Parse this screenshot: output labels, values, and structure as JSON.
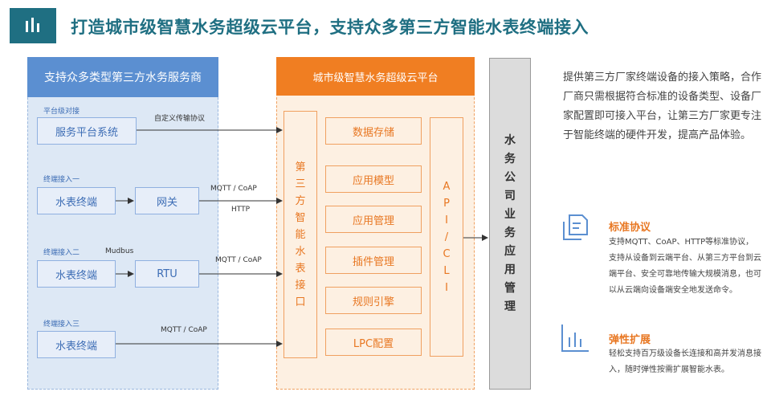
{
  "header": {
    "title": "打造城市级智慧水务超级云平台，支持众多第三方智能水表终端接入",
    "logo_icon": "bar-chart-icon"
  },
  "left": {
    "heading": "支持众多类型第三方水务服务商",
    "platform": {
      "label": "平台级对接",
      "box": "服务平台系统",
      "protocol": "自定义传输协议"
    },
    "access1": {
      "label": "终端接入一",
      "meter": "水表终端",
      "gateway": "网关",
      "protocol1": "MQTT / CoAP",
      "protocol2": "HTTP"
    },
    "access2": {
      "label": "终端接入二",
      "bus": "Mudbus",
      "meter": "水表终端",
      "rtu": "RTU",
      "protocol": "MQTT / CoAP"
    },
    "access3": {
      "label": "终端接入三",
      "meter": "水表终端",
      "protocol": "MQTT / CoAP"
    }
  },
  "middle": {
    "heading": "城市级智慧水务超级云平台",
    "interface_chars": [
      "第",
      "三",
      "方",
      "智",
      "能",
      "水",
      "表",
      "接",
      "口"
    ],
    "modules": [
      "数据存储",
      "应用模型",
      "应用管理",
      "插件管理",
      "规则引擎",
      "LPC配置"
    ],
    "api_chars": [
      "A",
      "P",
      "I",
      "/",
      "C",
      "L",
      "I"
    ]
  },
  "right": {
    "chars": [
      "水",
      "务",
      "公",
      "司",
      "业",
      "务",
      "应",
      "用",
      "管",
      "理"
    ]
  },
  "description": {
    "text": "提供第三方厂家终端设备的接入策略，合作厂商只需根据符合标准的设备类型、设备厂家配置即可接入平台，让第三方厂家更专注于智能终端的硬件开发，提高产品体验。",
    "features": [
      {
        "icon": "document-icon",
        "title": "标准协议",
        "desc": "支持MQTT、CoAP、HTTP等标准协议，支持从设备到云端平台、从第三方平台到云端平台、安全可靠地传输大规模消息，也可以从云端向设备端安全地发送命令。"
      },
      {
        "icon": "bar-chart-icon",
        "title": "弹性扩展",
        "desc": "轻松支持百万级设备长连接和高并发消息接入，随时弹性按需扩展智能水表。"
      }
    ]
  },
  "colors": {
    "brand": "#1f6f82",
    "blue": "#5b8fd1",
    "orange": "#f07e22",
    "accent": "#e87722"
  }
}
